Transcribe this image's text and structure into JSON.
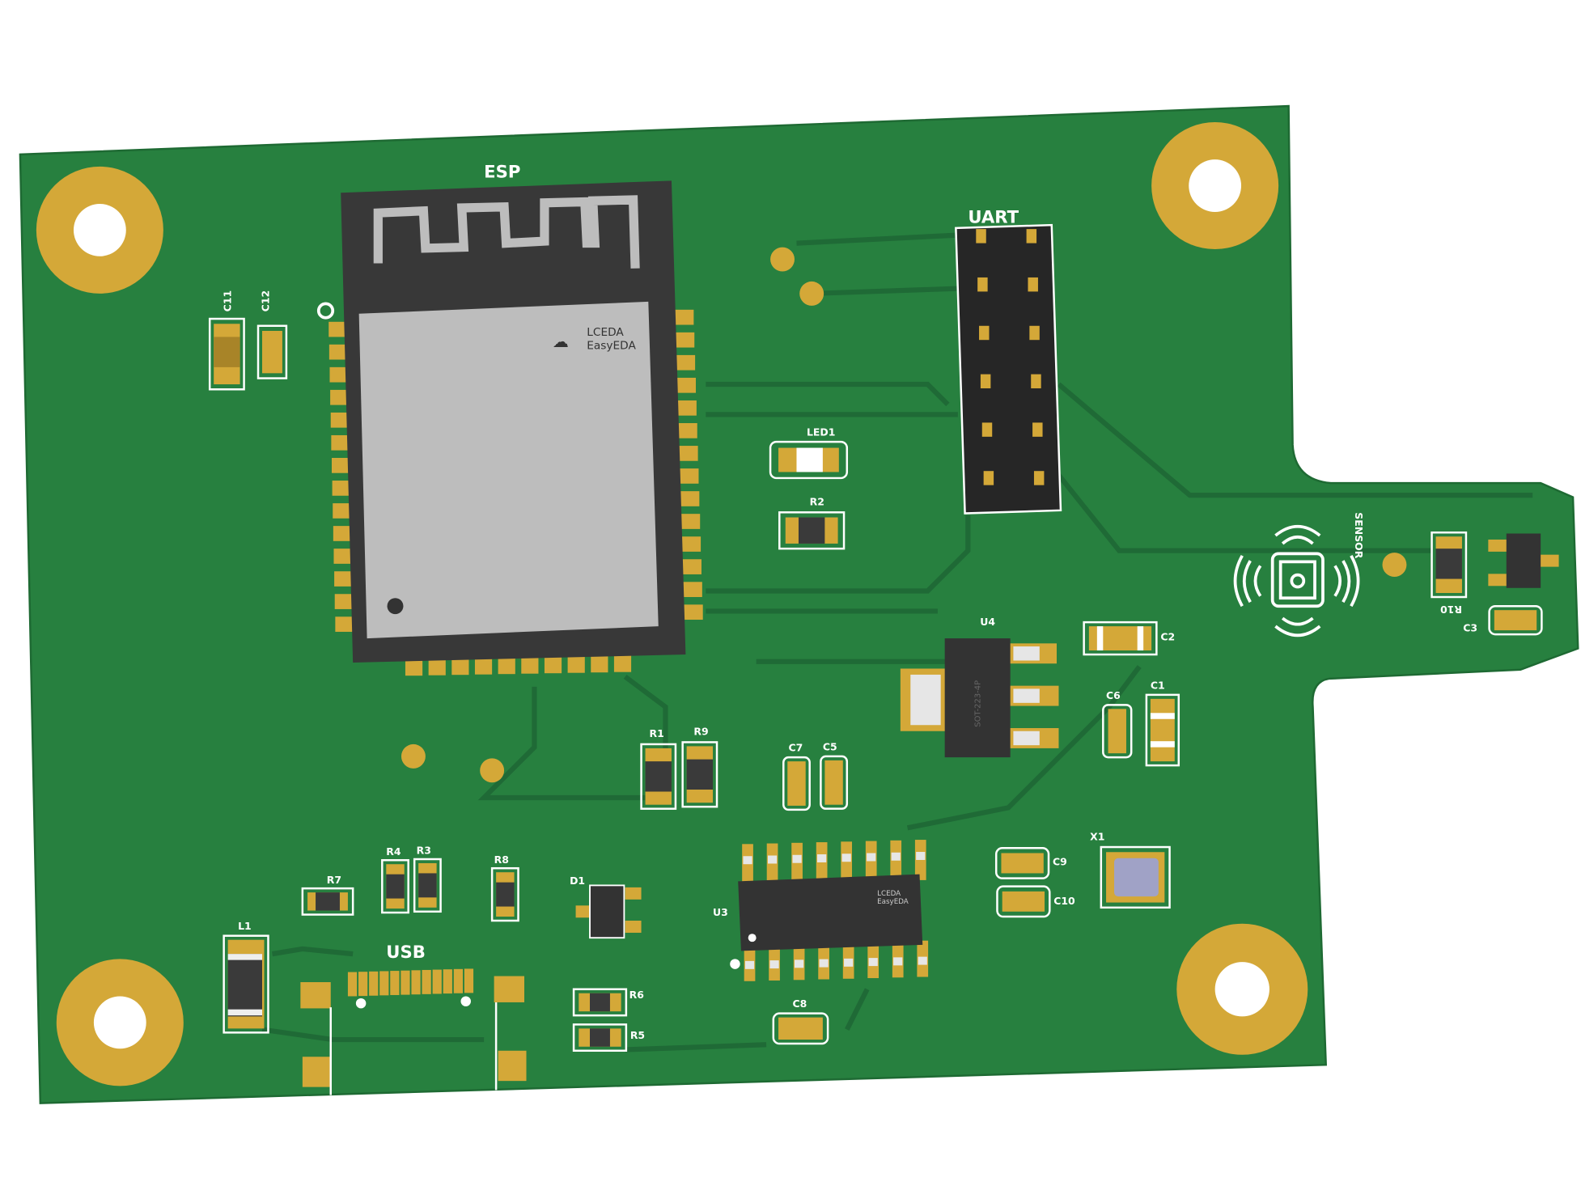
{
  "board": {
    "color": "#27803f",
    "pad_color": "#d4a838",
    "mask_trace_color": "#1f6a36"
  },
  "labels": {
    "esp": "ESP",
    "uart": "UART",
    "led1": "LED1",
    "r2": "R2",
    "u4": "U4",
    "u4_pkg": "SOT-223-4P",
    "c2": "C2",
    "c1": "C1",
    "c6": "C6",
    "c7": "C7",
    "c5": "C5",
    "r1": "R1",
    "r9": "R9",
    "x1": "X1",
    "c9": "C9",
    "c10": "C10",
    "u3": "U3",
    "c8": "C8",
    "r6": "R6",
    "r5": "R5",
    "d1": "D1",
    "r8": "R8",
    "r4": "R4",
    "r3": "R3",
    "r7": "R7",
    "l1": "L1",
    "usb": "USB",
    "c11": "C11",
    "c12": "C12",
    "sensor": "SENSOR",
    "r10": "R10",
    "c3": "C3"
  },
  "logo": {
    "line1": "LCEDA",
    "line2": "EasyEDA"
  }
}
